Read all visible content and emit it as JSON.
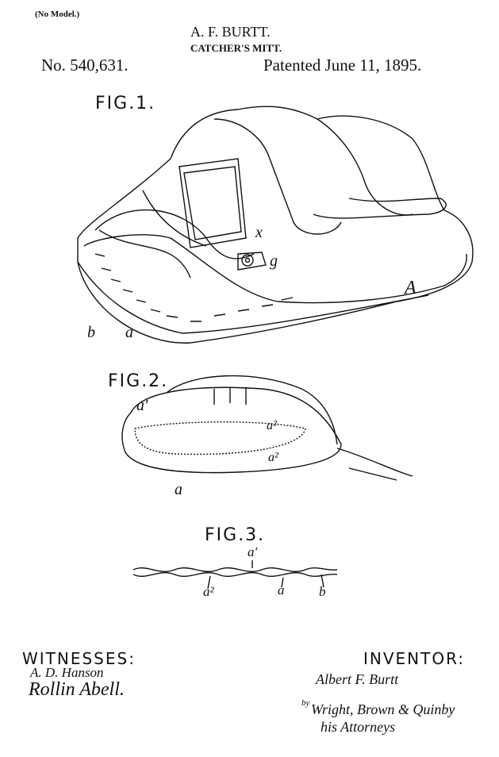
{
  "header": {
    "model_note": "(No Model.)",
    "inventor_name": "A. F. BURTT.",
    "title": "CATCHER'S MITT.",
    "patent_number": "No. 540,631.",
    "patent_date": "Patented June 11, 1895."
  },
  "figures": {
    "fig1": {
      "label": "FIG.1.",
      "refs": {
        "x": "x",
        "g": "g",
        "A": "A",
        "b": "b",
        "a": "a"
      }
    },
    "fig2": {
      "label": "FIG.2.",
      "refs": {
        "a_prime": "a'",
        "a2_top": "a²",
        "a2_bottom": "a²",
        "a": "a"
      }
    },
    "fig3": {
      "label": "FIG.3.",
      "refs": {
        "a_prime": "a'",
        "a2": "a²",
        "a": "a",
        "b": "b"
      }
    }
  },
  "footer": {
    "witnesses_label": "WITNESSES:",
    "witness_1": "A. D. Hanson",
    "witness_2": "Rollin Abell.",
    "inventor_label": "INVENTOR:",
    "inventor_signature": "Albert F. Burtt",
    "attorneys_by": "by",
    "attorneys_names": "Wright, Brown & Quinby",
    "attorneys_role": "his Attorneys"
  }
}
